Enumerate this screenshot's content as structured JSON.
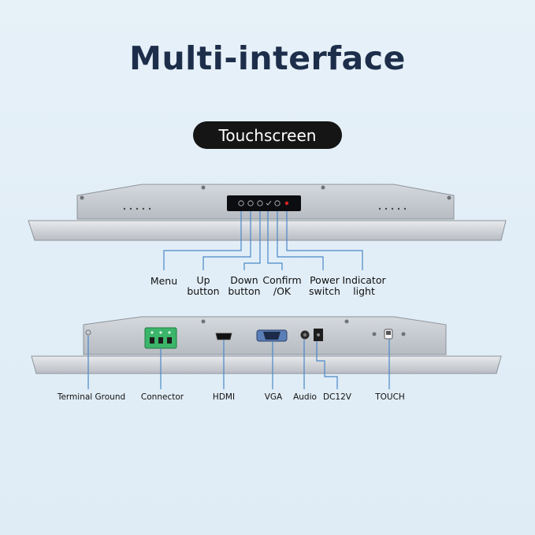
{
  "title": "Multi-interface",
  "badge": "Touchscreen",
  "front_labels": {
    "menu": "Menu",
    "up": [
      "Up",
      "button"
    ],
    "down": [
      "Down",
      "button"
    ],
    "confirm": [
      "Confirm",
      "/OK"
    ],
    "power": [
      "Power",
      "switch"
    ],
    "indicator": [
      "Indicator",
      "light"
    ]
  },
  "rear_labels": {
    "terminal_ground": "Terminal Ground",
    "connector": "Connector",
    "hdmi": "HDMI",
    "vga": "VGA",
    "audio": "Audio",
    "dc12v": "DC12V",
    "touch": "TOUCH"
  },
  "colors": {
    "title": "#1c2e4a",
    "leader_line": "#4a87c8",
    "panel": "#c9ced4",
    "connector_green": "#3bb56a"
  }
}
